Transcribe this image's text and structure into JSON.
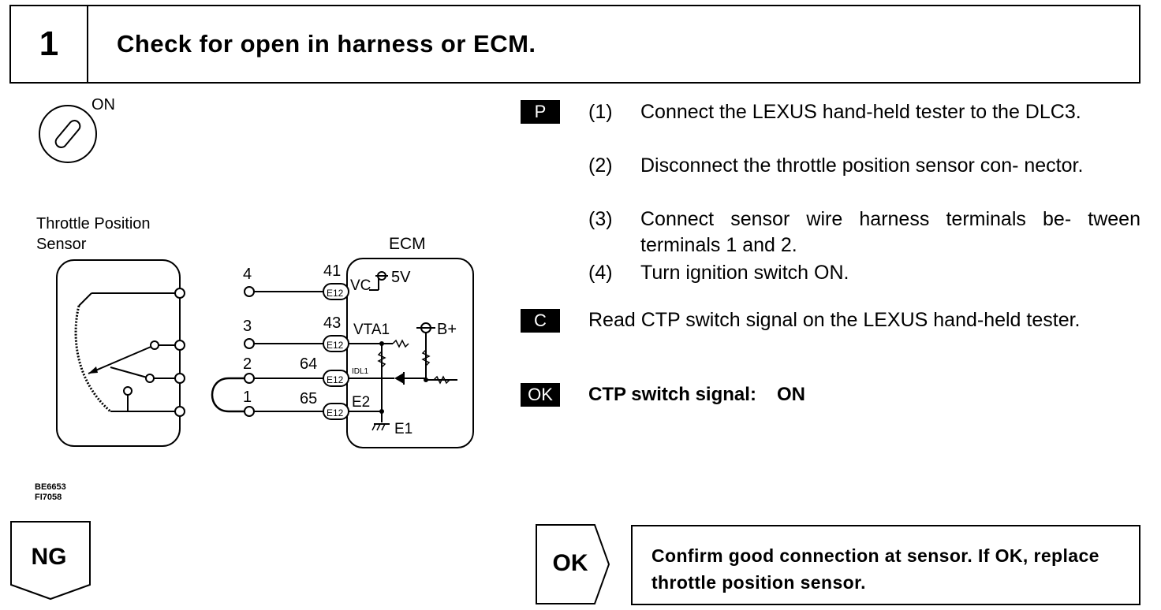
{
  "header": {
    "step_number": "1",
    "title": "Check for open in harness or ECM."
  },
  "ignition": {
    "label": "ON",
    "icon": "ignition-switch-icon"
  },
  "diagram": {
    "sensor_label_line1": "Throttle Position",
    "sensor_label_line2": "Sensor",
    "ecm_label": "ECM",
    "sensor_terminals": [
      "4",
      "3",
      "2",
      "1"
    ],
    "ecm_pins": [
      "41",
      "43",
      "64",
      "65"
    ],
    "connector_label": "E12",
    "signals": {
      "vc": "VC",
      "vta1": "VTA1",
      "idl1": "IDL1",
      "e2": "E2",
      "e1": "E1",
      "five_v": "5V",
      "b_plus": "B+"
    },
    "figure_ids": [
      "BE6653",
      "FI7058"
    ]
  },
  "procedure": {
    "p_tag": "P",
    "steps": [
      {
        "num": "(1)",
        "text": "Connect the LEXUS hand-held tester to the DLC3."
      },
      {
        "num": "(2)",
        "text": "Disconnect the throttle position sensor con- nector."
      },
      {
        "num": "(3)",
        "text": "Connect sensor wire harness terminals be- tween terminals 1 and 2."
      },
      {
        "num": "(4)",
        "text": "Turn ignition switch ON."
      }
    ],
    "c_tag": "C",
    "check_text": "Read CTP switch signal on the LEXUS hand-held tester.",
    "ok_tag": "OK",
    "spec_label": "CTP switch signal:",
    "spec_value": "ON"
  },
  "results": {
    "ng_label": "NG",
    "ok_label": "OK",
    "ok_action": "Confirm good connection at sensor. If OK, replace throttle position sensor."
  }
}
